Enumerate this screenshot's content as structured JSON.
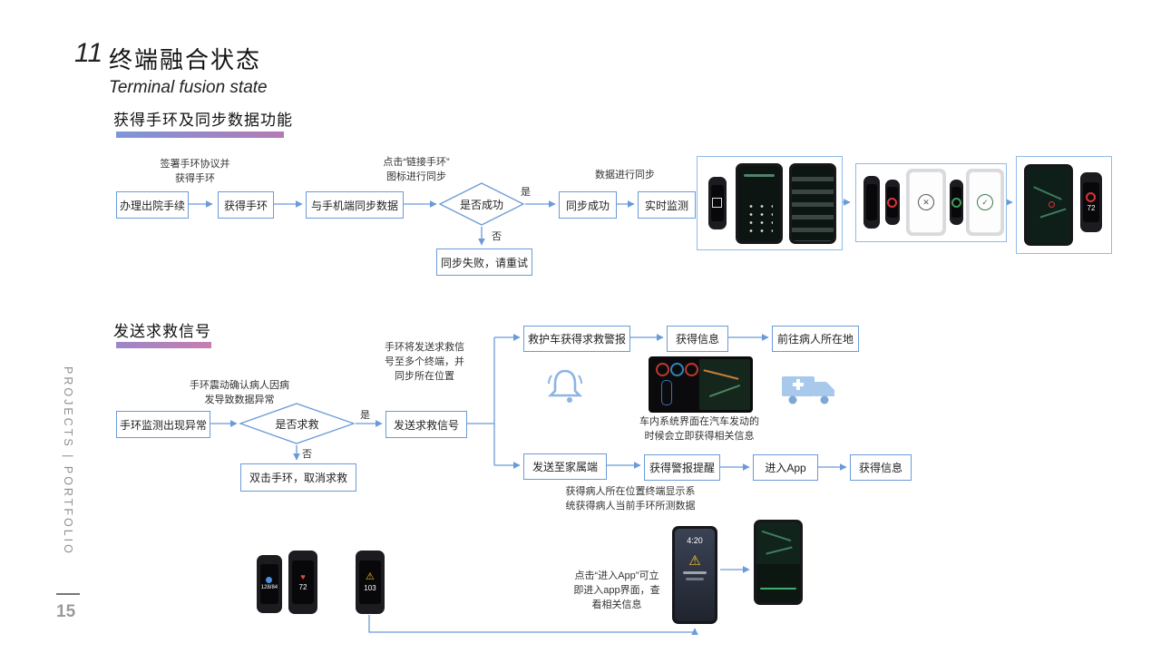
{
  "page": {
    "number": "15",
    "sidebar_text": "PROJECTS | PORTFOLIO"
  },
  "header": {
    "index": "11",
    "title": "终端融合状态",
    "subtitle": "Terminal fusion state"
  },
  "flow1": {
    "heading": "获得手环及同步数据功能",
    "boxes": {
      "discharge": "办理出院手续",
      "get_band": "获得手环",
      "sync_phone": "与手机端同步数据",
      "decision": "是否成功",
      "sync_ok": "同步成功",
      "monitor": "实时监测",
      "sync_fail": "同步失败，请重试"
    },
    "labels": {
      "yes": "是",
      "no": "否"
    },
    "annotations": {
      "sign": [
        "签署手环协议并",
        "获得手环"
      ],
      "click_link": [
        "点击“链接手环”",
        "图标进行同步"
      ],
      "data_sync": "数据进行同步"
    }
  },
  "flow2": {
    "heading": "发送求救信号",
    "boxes": {
      "band_abnormal": "手环监测出现异常",
      "decision": "是否求救",
      "send_sos": "发送求救信号",
      "cancel": "双击手环，取消求救",
      "ambulance_alert": "救护车获得求救警报",
      "get_info1": "获得信息",
      "go_location": "前往病人所在地",
      "send_family": "发送至家属端",
      "alert_reminder": "获得警报提醒",
      "enter_app": "进入App",
      "get_info2": "获得信息"
    },
    "labels": {
      "yes": "是",
      "no": "否"
    },
    "annotations": {
      "vibrate": [
        "手环震动确认病人因病",
        "发导致数据异常"
      ],
      "multi_terminal": [
        "手环将发送求救信",
        "号至多个终端，并",
        "同步所在位置"
      ],
      "car_system": [
        "车内系统界面在汽车发动的",
        "时候会立即获得相关信息"
      ],
      "family_display": [
        "获得病人所在位置终端显示系",
        "统获得病人当前手环所测数据"
      ],
      "click_app": [
        "点击“进入App”可立",
        "即进入app界面，查",
        "看相关信息"
      ]
    }
  },
  "devices": {
    "band_bp": "128/84",
    "band_hr": "72",
    "band_alert": "103",
    "phone_time": "4:20"
  },
  "colors": {
    "accent_blue": "#6a9bd8",
    "grad_start": "#7d96d8",
    "grad_end": "#b47ab5"
  }
}
